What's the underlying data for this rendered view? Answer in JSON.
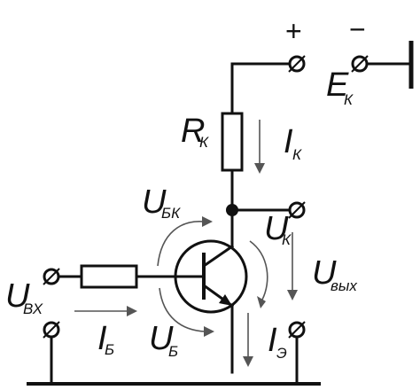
{
  "diagram": {
    "supply": {
      "plus": "+",
      "minus": "−",
      "label": "E",
      "label_sub": "К"
    },
    "resistor_collector": {
      "label": "R",
      "label_sub": "К"
    },
    "current_collector": {
      "label": "I",
      "label_sub": "К"
    },
    "voltage_base_collector": {
      "label": "U",
      "label_sub": "БК"
    },
    "voltage_collector": {
      "label": "U",
      "label_sub": "К"
    },
    "voltage_output": {
      "label": "U",
      "label_sub": "вых"
    },
    "voltage_input": {
      "label": "U",
      "label_sub": "ВХ"
    },
    "current_base": {
      "label": "I",
      "label_sub": "Б"
    },
    "voltage_base": {
      "label": "U",
      "label_sub": "Б"
    },
    "current_emitter": {
      "label": "I",
      "label_sub": "Э"
    }
  }
}
